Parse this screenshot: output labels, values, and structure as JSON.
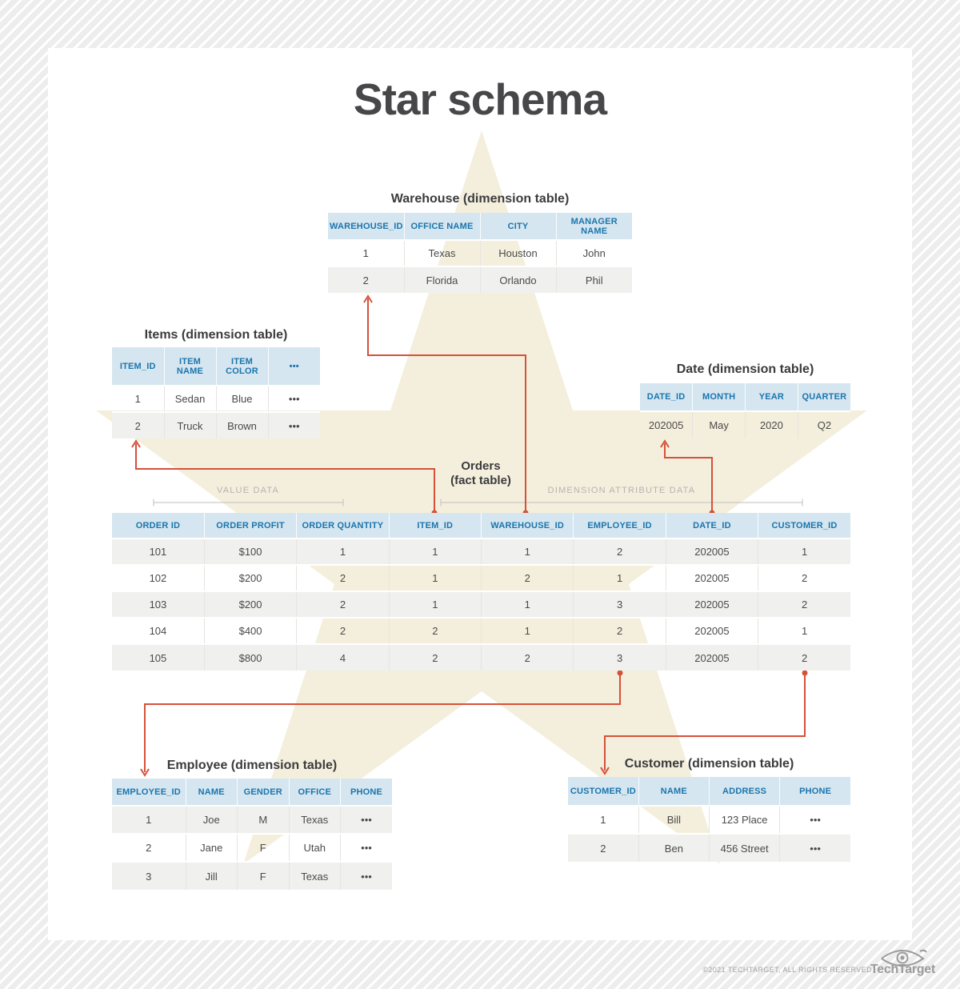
{
  "title": "Star schema",
  "colors": {
    "accent_blue": "#1b75ad",
    "table_header_bg": "#d5e6f0",
    "row_alt_bg": "#f0f0ee",
    "arrow_red": "#d65139",
    "star_beige": "#f4efdc",
    "title_gray": "#47474a"
  },
  "tables": {
    "warehouse": {
      "title": "Warehouse (dimension table)",
      "headers": [
        "WAREHOUSE_ID",
        "OFFICE NAME",
        "CITY",
        "MANAGER NAME"
      ],
      "rows": [
        [
          "1",
          "Texas",
          "Houston",
          "John"
        ],
        [
          "2",
          "Florida",
          "Orlando",
          "Phil"
        ]
      ]
    },
    "items": {
      "title": "Items (dimension table)",
      "headers": [
        "ITEM_ID",
        "ITEM NAME",
        "ITEM COLOR",
        "•••"
      ],
      "rows": [
        [
          "1",
          "Sedan",
          "Blue",
          "•••"
        ],
        [
          "2",
          "Truck",
          "Brown",
          "•••"
        ]
      ]
    },
    "date": {
      "title": "Date (dimension table)",
      "headers": [
        "DATE_ID",
        "MONTH",
        "YEAR",
        "QUARTER"
      ],
      "rows": [
        [
          "202005",
          "May",
          "2020",
          "Q2"
        ]
      ]
    },
    "orders": {
      "title_line1": "Orders",
      "title_line2": "(fact table)",
      "headers": [
        "ORDER ID",
        "ORDER PROFIT",
        "ORDER QUANTITY",
        "ITEM_ID",
        "WAREHOUSE_ID",
        "EMPLOYEE_ID",
        "DATE_ID",
        "CUSTOMER_ID"
      ],
      "rows": [
        [
          "101",
          "$100",
          "1",
          "1",
          "1",
          "2",
          "202005",
          "1"
        ],
        [
          "102",
          "$200",
          "2",
          "1",
          "2",
          "1",
          "202005",
          "2"
        ],
        [
          "103",
          "$200",
          "2",
          "1",
          "1",
          "3",
          "202005",
          "2"
        ],
        [
          "104",
          "$400",
          "2",
          "2",
          "1",
          "2",
          "202005",
          "1"
        ],
        [
          "105",
          "$800",
          "4",
          "2",
          "2",
          "3",
          "202005",
          "2"
        ]
      ]
    },
    "employee": {
      "title": "Employee (dimension table)",
      "headers": [
        "EMPLOYEE_ID",
        "NAME",
        "GENDER",
        "OFFICE",
        "PHONE"
      ],
      "rows": [
        [
          "1",
          "Joe",
          "M",
          "Texas",
          "•••"
        ],
        [
          "2",
          "Jane",
          "F",
          "Utah",
          "•••"
        ],
        [
          "3",
          "Jill",
          "F",
          "Texas",
          "•••"
        ]
      ]
    },
    "customer": {
      "title": "Customer (dimension table)",
      "headers": [
        "CUSTOMER_ID",
        "NAME",
        "ADDRESS",
        "PHONE"
      ],
      "rows": [
        [
          "1",
          "Bill",
          "123 Place",
          "•••"
        ],
        [
          "2",
          "Ben",
          "456 Street",
          "•••"
        ]
      ]
    }
  },
  "annotations": {
    "value_data": "VALUE DATA",
    "dimension_attribute_data": "DIMENSION ATTRIBUTE DATA"
  },
  "footer": {
    "copyright": "©2021 TECHTARGET, ALL RIGHTS RESERVED",
    "brand": "TechTarget"
  }
}
